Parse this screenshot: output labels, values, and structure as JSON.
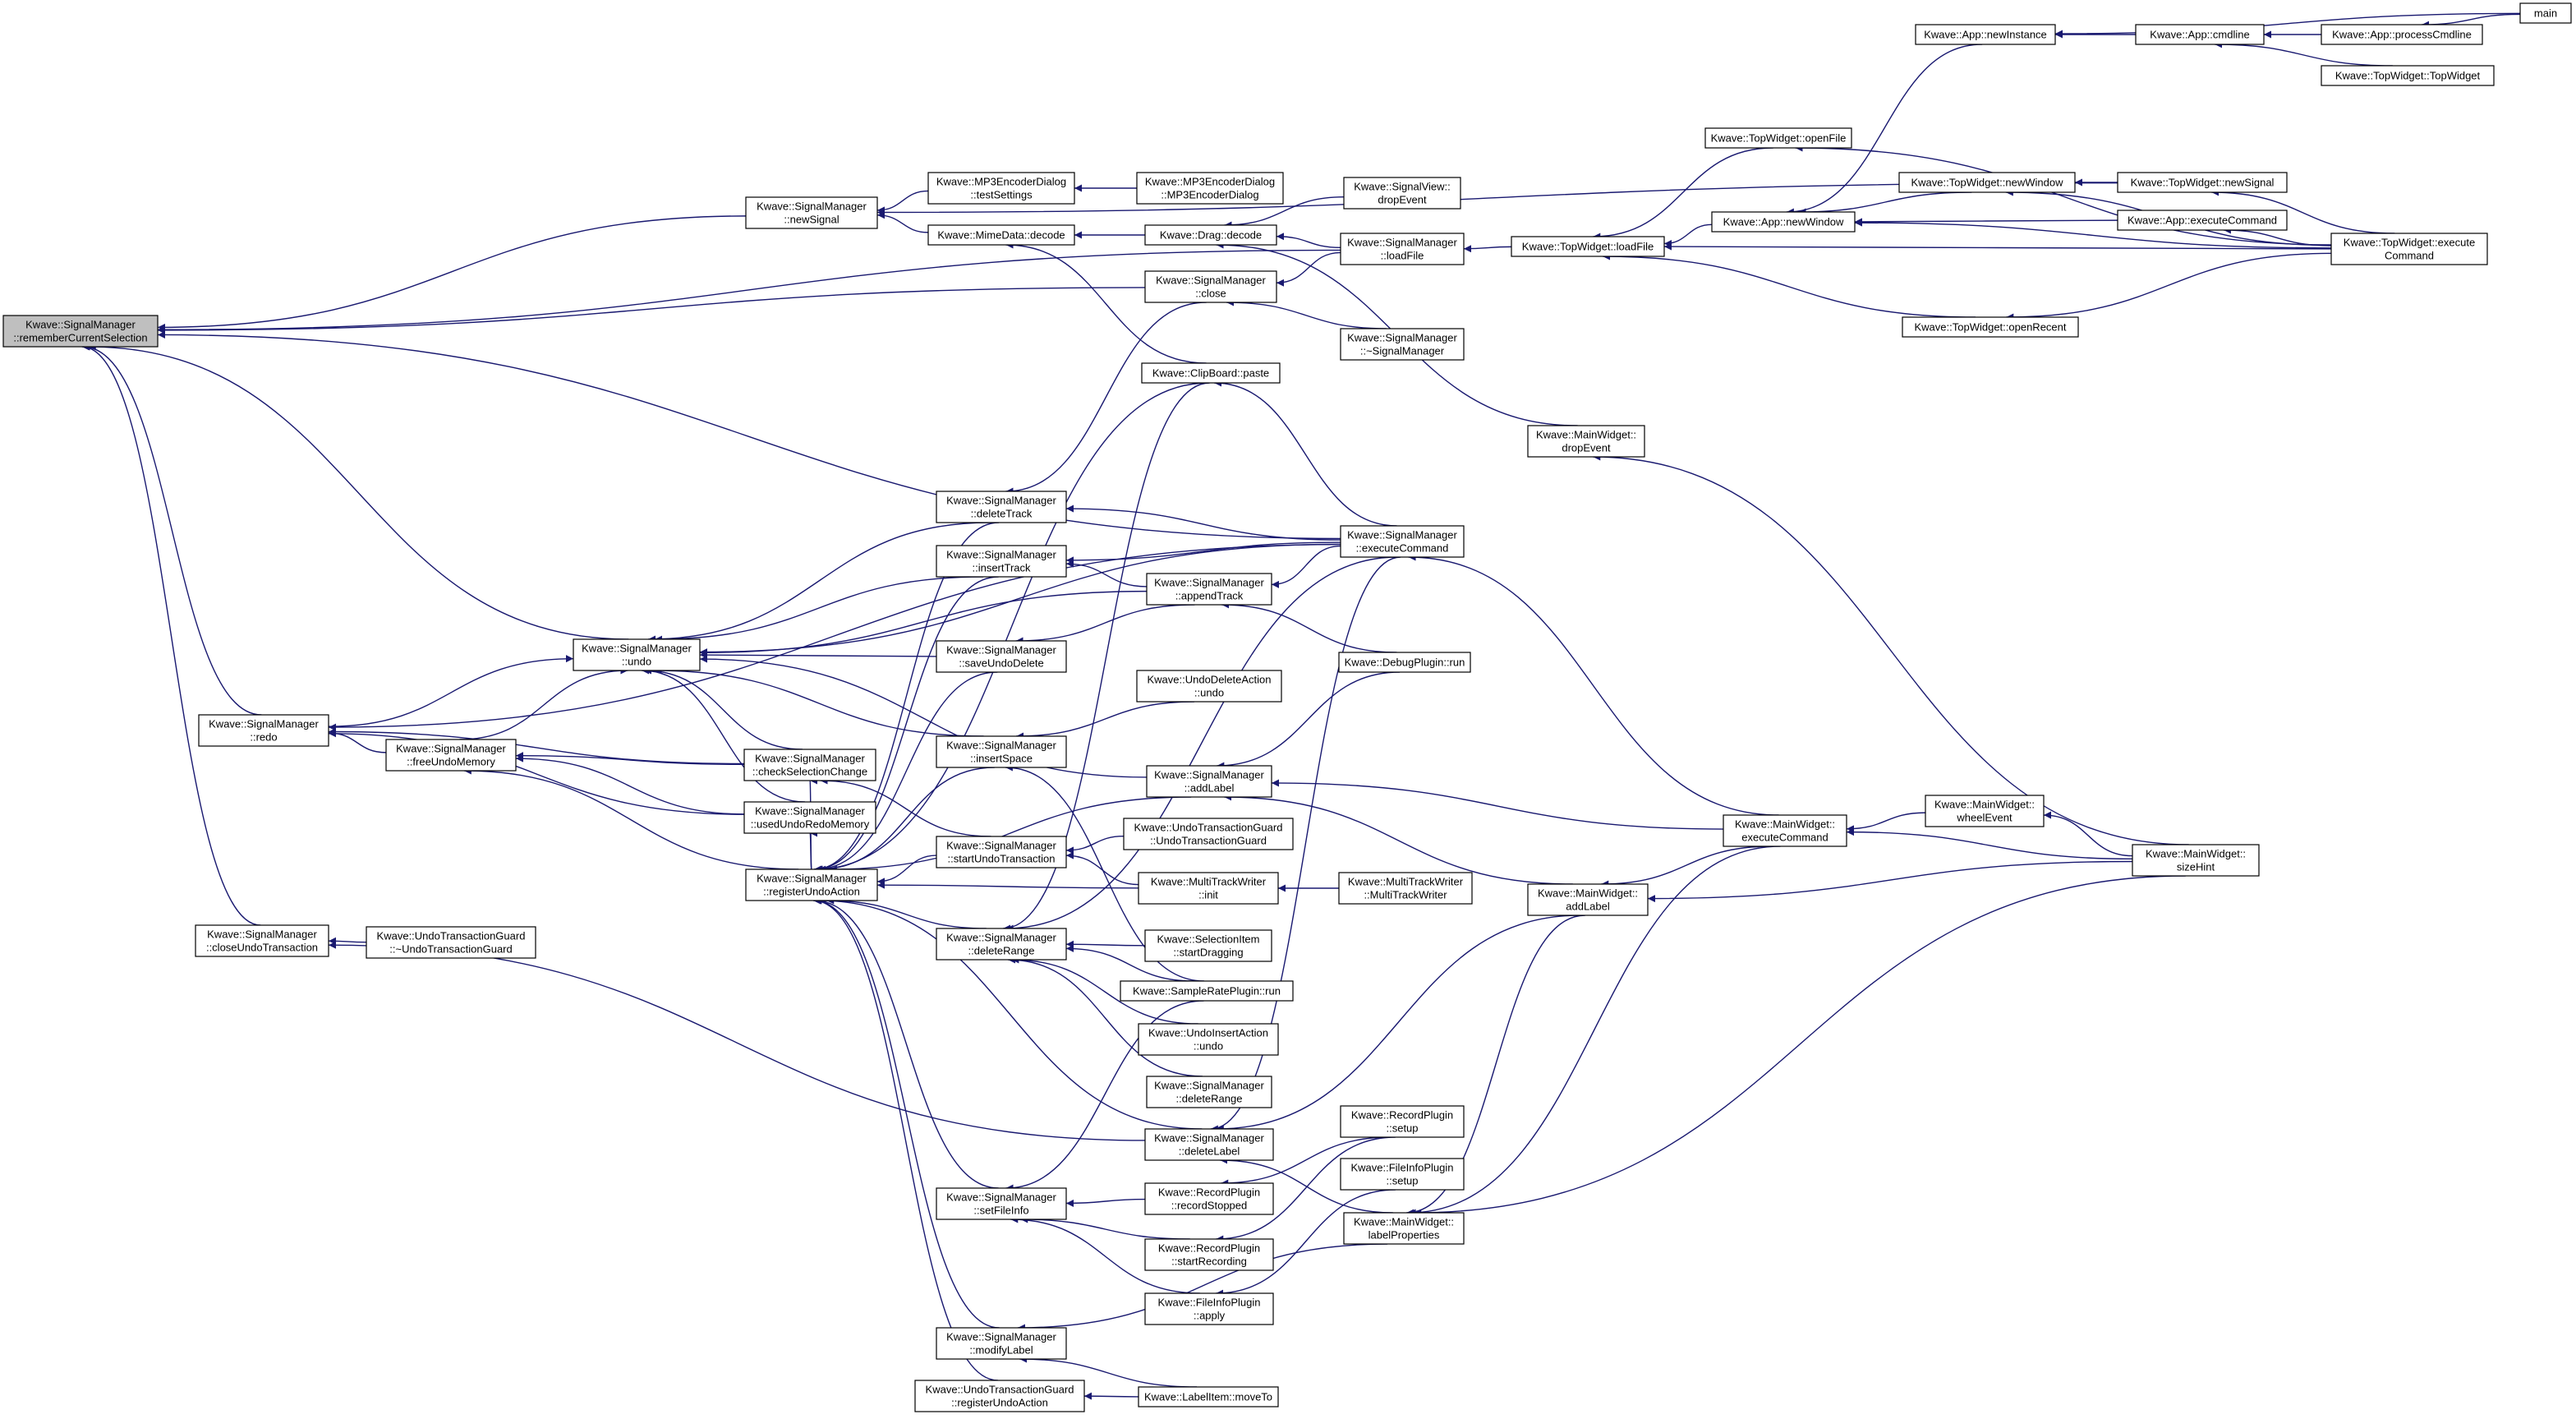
{
  "colors": {
    "edge": "#191970",
    "node_border": "#000000",
    "node_fill": "#ffffff",
    "root_fill": "#bfbfbf"
  },
  "nodes": [
    {
      "id": "root",
      "lines": [
        "Kwave::SignalManager",
        "::rememberCurrentSelection"
      ]
    },
    {
      "id": "newSignal",
      "lines": [
        "Kwave::SignalManager",
        "::newSignal"
      ]
    },
    {
      "id": "mp3test",
      "lines": [
        "Kwave::MP3EncoderDialog",
        "::testSettings"
      ]
    },
    {
      "id": "mp3ctor",
      "lines": [
        "Kwave::MP3EncoderDialog",
        "::MP3EncoderDialog"
      ]
    },
    {
      "id": "mimedecode",
      "lines": [
        "Kwave::MimeData::decode"
      ]
    },
    {
      "id": "dragdecode",
      "lines": [
        "Kwave::Drag::decode"
      ]
    },
    {
      "id": "svdrop",
      "lines": [
        "Kwave::SignalView::",
        "dropEvent"
      ]
    },
    {
      "id": "smload",
      "lines": [
        "Kwave::SignalManager",
        "::loadFile"
      ]
    },
    {
      "id": "smclose",
      "lines": [
        "Kwave::SignalManager",
        "::close"
      ]
    },
    {
      "id": "smdtor",
      "lines": [
        "Kwave::SignalManager",
        "::~SignalManager"
      ]
    },
    {
      "id": "cbpaste",
      "lines": [
        "Kwave::ClipBoard::paste"
      ]
    },
    {
      "id": "twload",
      "lines": [
        "Kwave::TopWidget::loadFile"
      ]
    },
    {
      "id": "mwdrop",
      "lines": [
        "Kwave::MainWidget::",
        "dropEvent"
      ]
    },
    {
      "id": "twopen",
      "lines": [
        "Kwave::TopWidget::openFile"
      ]
    },
    {
      "id": "appnewwin",
      "lines": [
        "Kwave::App::newWindow"
      ]
    },
    {
      "id": "twopenrecent",
      "lines": [
        "Kwave::TopWidget::openRecent"
      ]
    },
    {
      "id": "appnewinst",
      "lines": [
        "Kwave::App::newInstance"
      ]
    },
    {
      "id": "appcmdline",
      "lines": [
        "Kwave::App::cmdline"
      ]
    },
    {
      "id": "appprocess",
      "lines": [
        "Kwave::App::processCmdline"
      ]
    },
    {
      "id": "main",
      "lines": [
        "main"
      ]
    },
    {
      "id": "twctor",
      "lines": [
        "Kwave::TopWidget::TopWidget"
      ]
    },
    {
      "id": "twnewwin",
      "lines": [
        "Kwave::TopWidget::newWindow"
      ]
    },
    {
      "id": "twnewsig",
      "lines": [
        "Kwave::TopWidget::newSignal"
      ]
    },
    {
      "id": "appexec",
      "lines": [
        "Kwave::App::executeCommand"
      ]
    },
    {
      "id": "twexec",
      "lines": [
        "Kwave::TopWidget::execute",
        "Command"
      ]
    },
    {
      "id": "undo",
      "lines": [
        "Kwave::SignalManager",
        "::undo"
      ]
    },
    {
      "id": "redo",
      "lines": [
        "Kwave::SignalManager",
        "::redo"
      ]
    },
    {
      "id": "freeundo",
      "lines": [
        "Kwave::SignalManager",
        "::freeUndoMemory"
      ]
    },
    {
      "id": "checksel",
      "lines": [
        "Kwave::SignalManager",
        "::checkSelectionChange"
      ]
    },
    {
      "id": "usedundo",
      "lines": [
        "Kwave::SignalManager",
        "::usedUndoRedoMemory"
      ]
    },
    {
      "id": "regundo",
      "lines": [
        "Kwave::SignalManager",
        "::registerUndoAction"
      ]
    },
    {
      "id": "closeundo",
      "lines": [
        "Kwave::SignalManager",
        "::closeUndoTransaction"
      ]
    },
    {
      "id": "utgdtor",
      "lines": [
        "Kwave::UndoTransactionGuard",
        "::~UndoTransactionGuard"
      ]
    },
    {
      "id": "deltrack",
      "lines": [
        "Kwave::SignalManager",
        "::deleteTrack"
      ]
    },
    {
      "id": "instrack",
      "lines": [
        "Kwave::SignalManager",
        "::insertTrack"
      ]
    },
    {
      "id": "saveundodel",
      "lines": [
        "Kwave::SignalManager",
        "::saveUndoDelete"
      ]
    },
    {
      "id": "insspace",
      "lines": [
        "Kwave::SignalManager",
        "::insertSpace"
      ]
    },
    {
      "id": "starttrans",
      "lines": [
        "Kwave::SignalManager",
        "::startUndoTransaction"
      ]
    },
    {
      "id": "delrange",
      "lines": [
        "Kwave::SignalManager",
        "::deleteRange"
      ]
    },
    {
      "id": "setfileinfo",
      "lines": [
        "Kwave::SignalManager",
        "::setFileInfo"
      ]
    },
    {
      "id": "modlabel",
      "lines": [
        "Kwave::SignalManager",
        "::modifyLabel"
      ]
    },
    {
      "id": "utgreg",
      "lines": [
        "Kwave::UndoTransactionGuard",
        "::registerUndoAction"
      ]
    },
    {
      "id": "appendtrack",
      "lines": [
        "Kwave::SignalManager",
        "::appendTrack"
      ]
    },
    {
      "id": "smexec",
      "lines": [
        "Kwave::SignalManager",
        "::executeCommand"
      ]
    },
    {
      "id": "debugrun",
      "lines": [
        "Kwave::DebugPlugin::run"
      ]
    },
    {
      "id": "udaundo",
      "lines": [
        "Kwave::UndoDeleteAction",
        "::undo"
      ]
    },
    {
      "id": "addlabel",
      "lines": [
        "Kwave::SignalManager",
        "::addLabel"
      ]
    },
    {
      "id": "utgctor",
      "lines": [
        "Kwave::UndoTransactionGuard",
        "::UndoTransactionGuard"
      ]
    },
    {
      "id": "mtwinit",
      "lines": [
        "Kwave::MultiTrackWriter",
        "::init"
      ]
    },
    {
      "id": "mtwctor",
      "lines": [
        "Kwave::MultiTrackWriter",
        "::MultiTrackWriter"
      ]
    },
    {
      "id": "selitem",
      "lines": [
        "Kwave::SelectionItem",
        "::startDragging"
      ]
    },
    {
      "id": "srrun",
      "lines": [
        "Kwave::SampleRatePlugin::run"
      ]
    },
    {
      "id": "uiaundo",
      "lines": [
        "Kwave::UndoInsertAction",
        "::undo"
      ]
    },
    {
      "id": "smdelrange",
      "lines": [
        "Kwave::SignalManager",
        "::deleteRange"
      ]
    },
    {
      "id": "dellabel",
      "lines": [
        "Kwave::SignalManager",
        "::deleteLabel"
      ]
    },
    {
      "id": "recstopped",
      "lines": [
        "Kwave::RecordPlugin",
        "::recordStopped"
      ]
    },
    {
      "id": "recstart",
      "lines": [
        "Kwave::RecordPlugin",
        "::startRecording"
      ]
    },
    {
      "id": "fiapply",
      "lines": [
        "Kwave::FileInfoPlugin",
        "::apply"
      ]
    },
    {
      "id": "limove",
      "lines": [
        "Kwave::LabelItem::moveTo"
      ]
    },
    {
      "id": "recsetup",
      "lines": [
        "Kwave::RecordPlugin",
        "::setup"
      ]
    },
    {
      "id": "fisetup",
      "lines": [
        "Kwave::FileInfoPlugin",
        "::setup"
      ]
    },
    {
      "id": "mwlabelprops",
      "lines": [
        "Kwave::MainWidget::",
        "labelProperties"
      ]
    },
    {
      "id": "mwexec",
      "lines": [
        "Kwave::MainWidget::",
        "executeCommand"
      ]
    },
    {
      "id": "mwaddlabel",
      "lines": [
        "Kwave::MainWidget::",
        "addLabel"
      ]
    },
    {
      "id": "mwwheel",
      "lines": [
        "Kwave::MainWidget::",
        "wheelEvent"
      ]
    },
    {
      "id": "mwsizehint",
      "lines": [
        "Kwave::MainWidget::",
        "sizeHint"
      ]
    }
  ]
}
